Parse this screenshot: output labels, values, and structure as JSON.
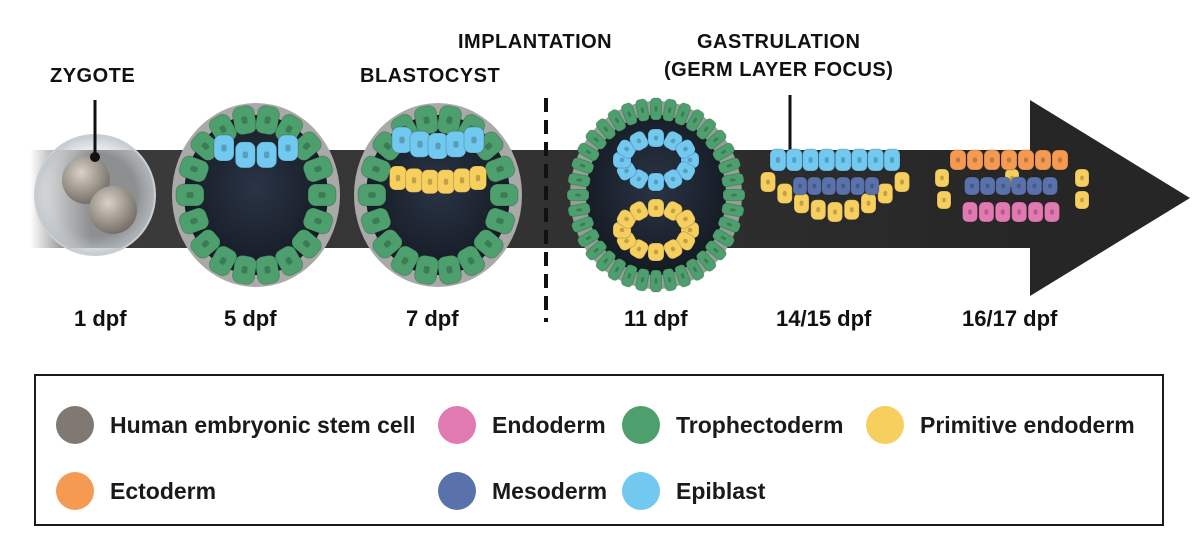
{
  "stages": {
    "zygote": "ZYGOTE",
    "blastocyst": "BLASTOCYST",
    "implantation": "IMPLANTATION",
    "gastrulation_line1": "GASTRULATION",
    "gastrulation_line2": "(GERM LAYER FOCUS)"
  },
  "days": [
    "1 dpf",
    "5 dpf",
    "7 dpf",
    "11 dpf",
    "14/15 dpf",
    "16/17 dpf"
  ],
  "legend": [
    {
      "label": "Human embryonic stem cell",
      "color": "#7f7873"
    },
    {
      "label": "Endoderm",
      "color": "#e07ab0"
    },
    {
      "label": "Trophectoderm",
      "color": "#4e9f6e"
    },
    {
      "label": "Primitive endoderm",
      "color": "#f7cf5f"
    },
    {
      "label": "Ectoderm",
      "color": "#f59a52"
    },
    {
      "label": "Mesoderm",
      "color": "#5a72ab"
    },
    {
      "label": "Epiblast",
      "color": "#72c9ef"
    }
  ],
  "colors": {
    "arrow": "#262626",
    "cavity": "#1a2230",
    "outline": "#b8b8b8"
  }
}
